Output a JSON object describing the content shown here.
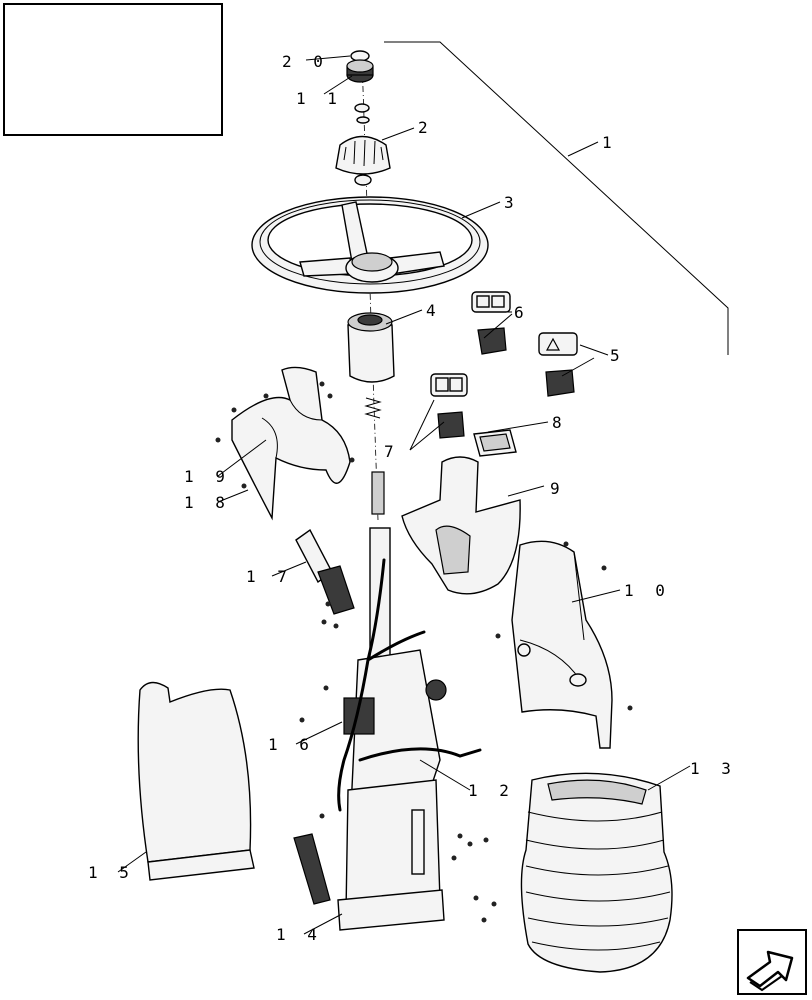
{
  "diagram": {
    "callouts": [
      {
        "id": "20",
        "text": "2 0"
      },
      {
        "id": "11",
        "text": "1 1"
      },
      {
        "id": "2",
        "text": "2"
      },
      {
        "id": "1",
        "text": "1"
      },
      {
        "id": "3",
        "text": "3"
      },
      {
        "id": "4",
        "text": "4"
      },
      {
        "id": "6",
        "text": "6"
      },
      {
        "id": "5",
        "text": "5"
      },
      {
        "id": "8",
        "text": "8"
      },
      {
        "id": "7",
        "text": "7"
      },
      {
        "id": "19",
        "text": "1 9"
      },
      {
        "id": "18",
        "text": "1 8"
      },
      {
        "id": "9",
        "text": "9"
      },
      {
        "id": "17",
        "text": "1 7"
      },
      {
        "id": "10",
        "text": "1 0"
      },
      {
        "id": "16",
        "text": "1 6"
      },
      {
        "id": "12",
        "text": "1 2"
      },
      {
        "id": "13",
        "text": "1 3"
      },
      {
        "id": "15",
        "text": "1 5"
      },
      {
        "id": "14",
        "text": "1 4"
      }
    ],
    "icons": {
      "switch_6": "hazard-lights-switch-icon",
      "switch_5": "warning-triangle-switch-icon",
      "switch_7": "indicator-switch-icon",
      "nav": "return-arrow-icon"
    }
  }
}
